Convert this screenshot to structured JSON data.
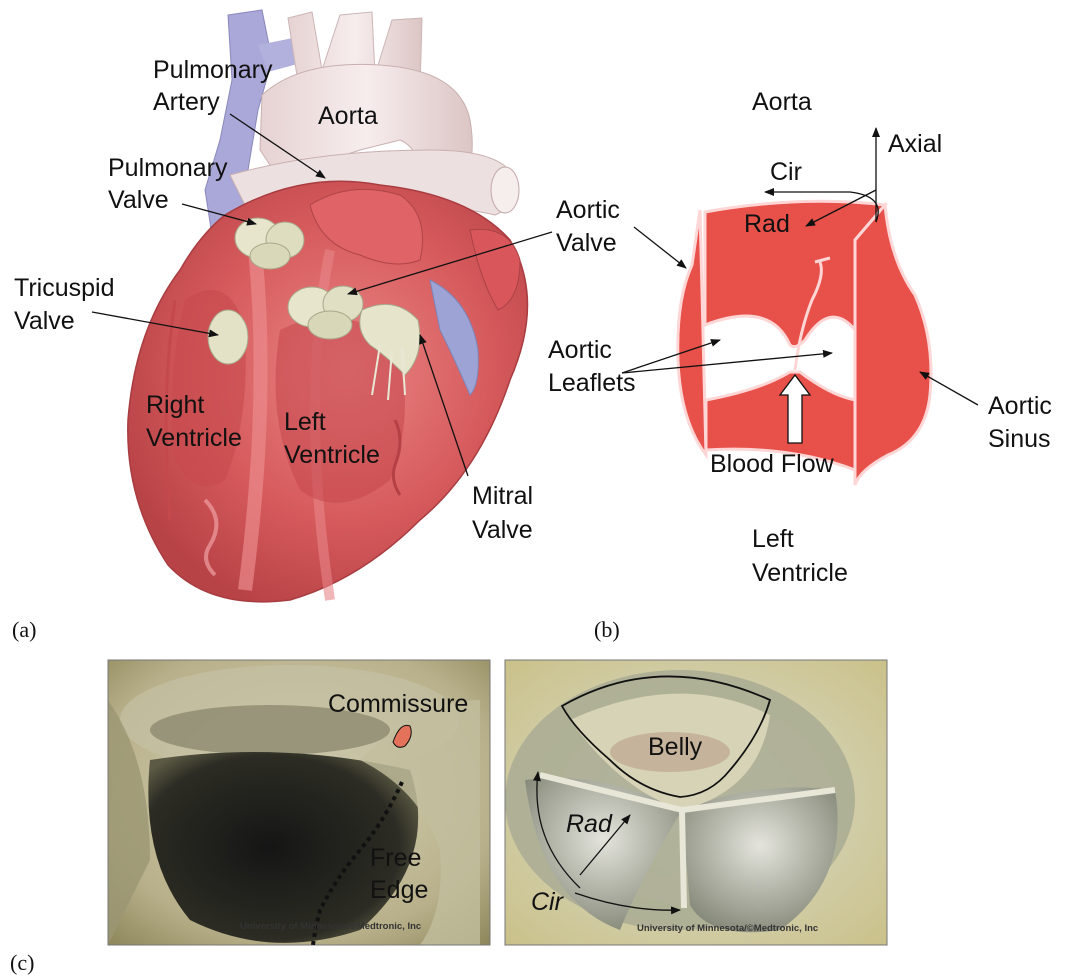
{
  "panels": {
    "a": "(a)",
    "b": "(b)",
    "c": "(c)"
  },
  "heart": {
    "pulmonary_artery": [
      "Pulmonary",
      "Artery"
    ],
    "aorta": "Aorta",
    "pulmonary_valve": [
      "Pulmonary",
      "Valve"
    ],
    "tricuspid_valve": [
      "Tricuspid",
      "Valve"
    ],
    "aortic_valve": [
      "Aortic",
      "Valve"
    ],
    "right_ventricle": [
      "Right",
      "Ventricle"
    ],
    "left_ventricle": [
      "Left",
      "Ventricle"
    ],
    "mitral_valve": [
      "Mitral",
      "Valve"
    ]
  },
  "valve_schematic": {
    "aorta": "Aorta",
    "axial": "Axial",
    "cir": "Cir",
    "rad": "Rad",
    "aortic_leaflets": [
      "Aortic",
      "Leaflets"
    ],
    "aortic_sinus": [
      "Aortic",
      "Sinus"
    ],
    "blood_flow": "Blood Flow",
    "left_ventricle": [
      "Left",
      "Ventricle"
    ]
  },
  "photos": {
    "commissure": "Commissure",
    "free_edge": [
      "Free",
      "Edge"
    ],
    "belly": "Belly",
    "rad": "Rad",
    "cir": "Cir",
    "credit_left": "University of Minnesota/©Medtronic, Inc",
    "credit_right": "University of Minnesota/©Medtronic, Inc"
  },
  "colors": {
    "tissue_red": "#e8504a",
    "heart_red": "#d9575a",
    "aorta_pink": "#f2e3e3",
    "vein_blue": "#a9a8d8",
    "valve_cream": "#e7e6cc",
    "photo_tan": "#c9c3a0"
  }
}
